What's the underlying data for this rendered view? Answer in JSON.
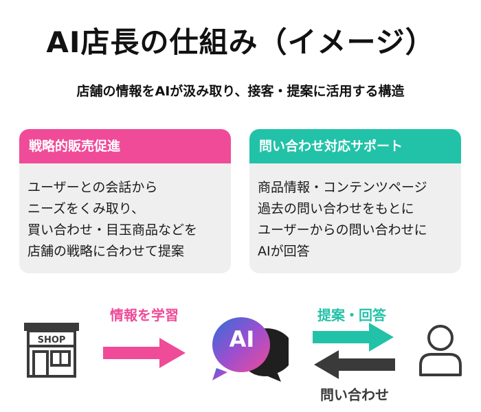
{
  "title": "AI店長の仕組み（イメージ）",
  "subtitle": "店舗の情報をAIが汲み取り、接客・提案に活用する構造",
  "cards": [
    {
      "header": "戦略的販売促進",
      "lines": [
        "ユーザーとの会話から",
        "ニーズをくみ取り、",
        "買い合わせ・目玉商品などを",
        "店舗の戦略に合わせて提案"
      ]
    },
    {
      "header": "問い合わせ対応サポート",
      "lines": [
        "商品情報・コンテンツページ",
        "過去の問い合わせをもとに",
        "ユーザーからの問い合わせに",
        "AIが回答"
      ]
    }
  ],
  "flow": {
    "shop_label": "SHOP",
    "learn_label": "情報を学習",
    "ai_label": "AI",
    "answer_label": "提案・回答",
    "inquiry_label": "問い合わせ"
  },
  "colors": {
    "pink": "#ef4b98",
    "teal": "#22c2a8",
    "dark": "#3a3a3a"
  }
}
